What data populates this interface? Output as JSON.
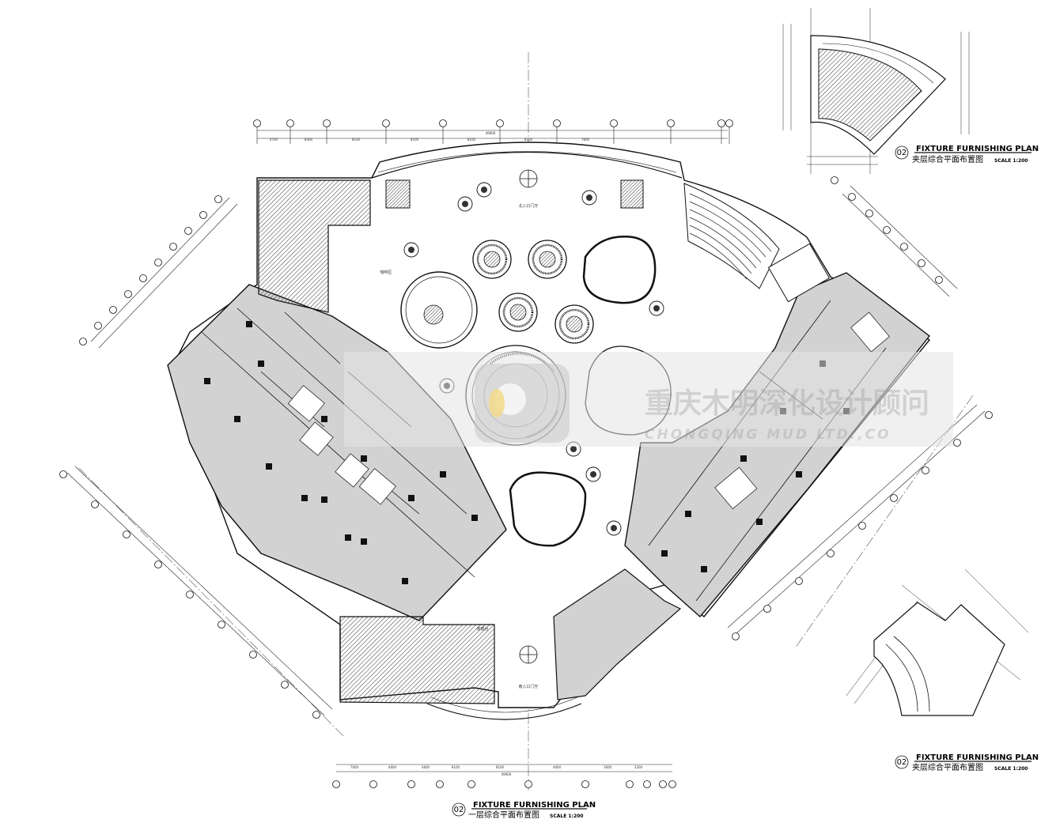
{
  "drawing": {
    "main_title": {
      "number": "02",
      "en": "FIXTURE FURNISHING PLAN",
      "cn": "一层综合平面布置图",
      "scale": "SCALE 1:200"
    },
    "mezzanine_title_top": {
      "number": "02",
      "en": "FIXTURE FURNISHING PLAN",
      "cn": "夹层综合平面布置图",
      "scale": "SCALE 1:200"
    },
    "mezzanine_title_bottom": {
      "number": "02",
      "en": "FIXTURE FURNISHING PLAN",
      "cn": "夹层综合平面布置图",
      "scale": "SCALE 1:200"
    },
    "watermark": {
      "cn": "重庆木明深化设计顾问",
      "en": "CHONGQING MUD LTD.,CO"
    },
    "top_dimensions": [
      "4700",
      "8400",
      "8100",
      "8100",
      "8100",
      "8100",
      "7600"
    ],
    "top_total": "49600",
    "bottom_dimensions": [
      "7600",
      "4600",
      "3600",
      "8100",
      "8100",
      "4600",
      "1600",
      "3200"
    ],
    "bottom_total": "49600",
    "room_labels": {
      "north_entrance": "北入口门厅",
      "south_entrance": "南入口门厅",
      "cafe": "咖啡区",
      "reception": "收银台"
    }
  }
}
